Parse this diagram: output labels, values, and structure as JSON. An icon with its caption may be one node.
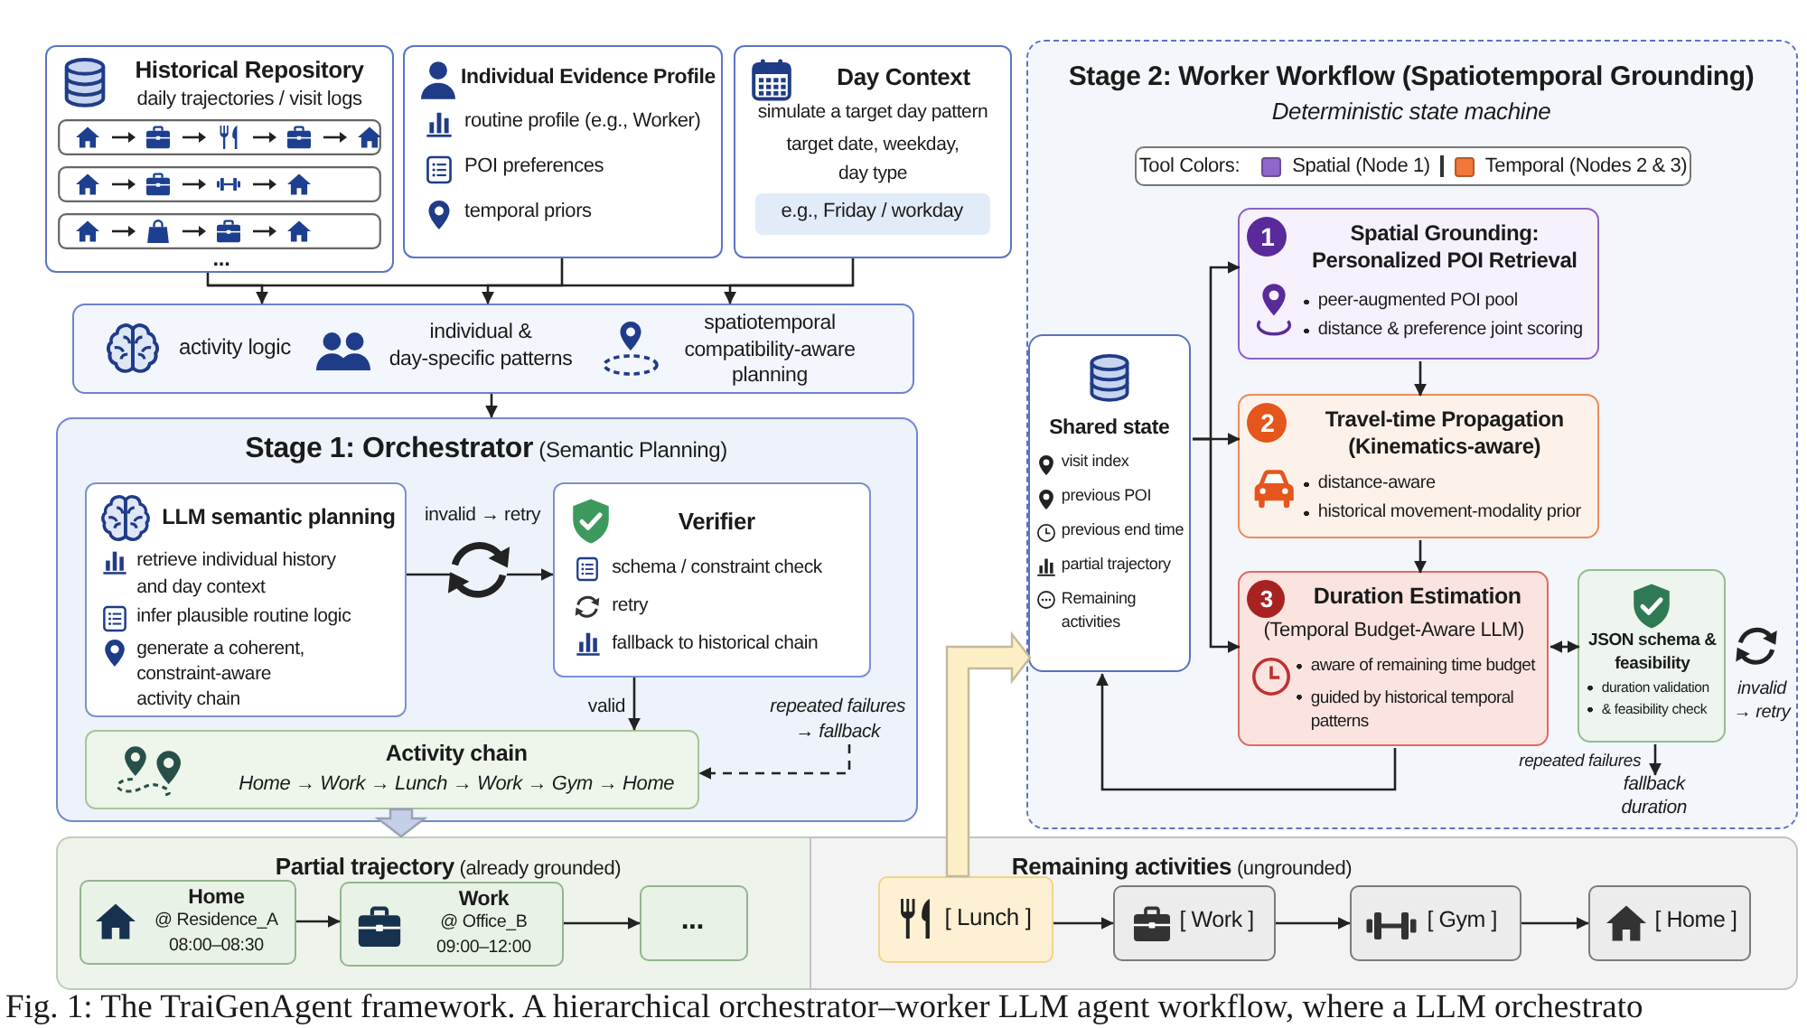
{
  "diagram": {
    "caption": "Fig. 1: The TraiGenAgent framework. A hierarchical orchestrator–worker LLM agent workflow, where a LLM orchestrato",
    "nodes": [
      {
        "text": [
          "Historical Repository",
          "daily trajectories / visit logs",
          "..."
        ]
      },
      {
        "text": [
          "Individual Evidence Profile",
          "routine profile (e.g., Worker)",
          "POI preferences",
          "temporal priors"
        ]
      },
      {
        "text": [
          "Day Context",
          "simulate a target day pattern",
          "target date, weekday, day type"
        ]
      },
      {
        "text": [
          "e.g., Friday / workday"
        ],
        "in": 2
      },
      {
        "text": [
          "activity logic",
          "individual & day-specific patterns",
          "spatiotemporal compatibility-aware planning"
        ]
      },
      {
        "text": [
          "**Stage 1: Orchestrator** (Semantic Planning)"
        ]
      },
      {
        "text": [
          "LLM semantic planning",
          "retrieve individual history and day context",
          "infer plausible routine logic",
          "generate a coherent, constraint-aware activity chain"
        ],
        "in": 5
      },
      {
        "text": [
          "Verifier",
          "schema / constraint check",
          "retry",
          "fallback to historical chain"
        ],
        "in": 5
      },
      {
        "text": [
          "repeated failures → fallback"
        ],
        "in": 5
      },
      {
        "text": [
          "Activity chain",
          "Home → Work → Lunch → Work → Gym → Home"
        ],
        "in": 5
      },
      {
        "text": [
          "Stage 2: Worker Workflow (Spatiotemporal Grounding)",
          "Deterministic state machine"
        ]
      },
      {
        "text": [
          "1",
          "Spatial Grounding: Personalized POI Retrieval",
          "peer-augmented POI pool",
          "distance & preference joint scoring"
        ],
        "in": 10
      },
      {
        "text": [
          "Shared state",
          "visit index",
          "previous POI",
          "previous end time",
          "partial trajectory",
          "Remaining activities"
        ],
        "in": 10
      },
      {
        "text": [
          "2",
          "Travel-time Propagation (Kinematics-aware)",
          "distance-aware",
          "historical movement-modality prior"
        ],
        "in": 10
      },
      {
        "text": [
          "3",
          "Duration Estimation",
          "(Temporal Budget-Aware LLM)",
          "aware of remaining time budget",
          "guided by historical temporal patterns"
        ],
        "in": 10
      },
      {
        "text": [
          "JSON schema & feasibility",
          "duration validation",
          "& feasibility check"
        ],
        "in": 10,
        "beside": [
          "invalid → retry"
        ]
      },
      {
        "text": [
          "fallback duration"
        ],
        "in": 10
      },
      {
        "text": [
          "**Partial trajectory** (already grounded)"
        ]
      },
      {
        "text": [
          "Home",
          "@ Residence_A",
          "08:00–08:30"
        ],
        "in": 17
      },
      {
        "text": [
          "Work",
          "@ Office_B",
          "09:00–12:00"
        ],
        "in": 17
      },
      {
        "text": [
          "..."
        ],
        "in": 17
      },
      {
        "text": [
          "**Remaining activities** (ungrounded)"
        ]
      },
      {
        "text": [
          "[ Lunch ]"
        ],
        "in": 21
      },
      {
        "text": [
          "[ Work ]"
        ],
        "in": 21
      },
      {
        "text": [
          "[ Gym ]"
        ],
        "in": 21
      },
      {
        "text": [
          "[ Home ]"
        ],
        "in": 21
      }
    ],
    "edges": [
      {
        "from": 0,
        "to": 4,
        "arrow": "to"
      },
      {
        "from": 1,
        "to": 4,
        "arrow": "to"
      },
      {
        "from": 2,
        "to": 4,
        "arrow": "to"
      },
      {
        "from": 4,
        "to": 5,
        "arrow": "to"
      },
      {
        "from": 6,
        "to": 7,
        "arrow": "to",
        "label": "invalid → retry"
      },
      {
        "from": 7,
        "to": 9,
        "arrow": "to",
        "label": "valid"
      },
      {
        "from": 8,
        "to": 9,
        "arrow": "to",
        "style": "dashed"
      },
      {
        "from": 9,
        "to": 17,
        "arrow": "to",
        "style": "thick",
        "color": "#c6cfe8"
      },
      {
        "from": 12,
        "to": 11,
        "arrow": "to"
      },
      {
        "from": 12,
        "to": 13,
        "arrow": "to"
      },
      {
        "from": 12,
        "to": 14,
        "arrow": "to"
      },
      {
        "from": 11,
        "to": 13,
        "arrow": "to"
      },
      {
        "from": 13,
        "to": 14,
        "arrow": "to"
      },
      {
        "from": 14,
        "to": 15,
        "arrow": "both"
      },
      {
        "from": 15,
        "to": 16,
        "arrow": "to",
        "label": "repeated failures"
      },
      {
        "from": 14,
        "to": 12,
        "arrow": "to"
      },
      {
        "from": 18,
        "to": 19,
        "arrow": "to"
      },
      {
        "from": 19,
        "to": 20,
        "arrow": "to"
      },
      {
        "from": 22,
        "to": 23,
        "arrow": "to"
      },
      {
        "from": 23,
        "to": 24,
        "arrow": "to"
      },
      {
        "from": 24,
        "to": 25,
        "arrow": "to"
      },
      {
        "from": 22,
        "to": 12,
        "arrow": "to",
        "style": "thick",
        "color": "#fcefc6"
      }
    ],
    "labels": [
      "Tool Colors:"
    ],
    "legend": [
      {
        "text": "Spatial (Node 1)",
        "color": "#8f66cc"
      },
      {
        "text": "Temporal (Nodes 2 & 3)",
        "color": "#f07838"
      }
    ]
  }
}
